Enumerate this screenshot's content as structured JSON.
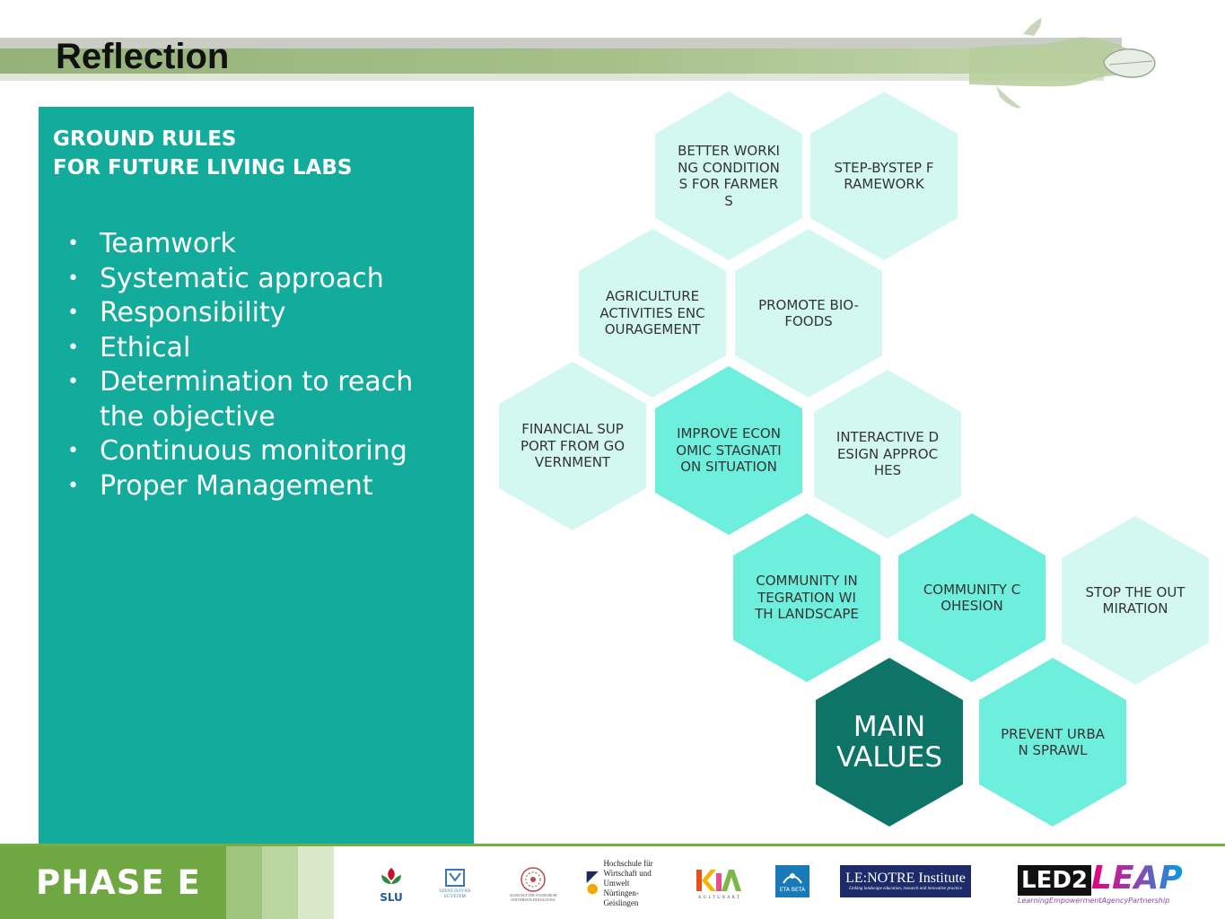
{
  "header": {
    "title": "Reflection"
  },
  "panel": {
    "heading_line1": "GROUND RULES",
    "heading_line2": "FOR FUTURE LIVING LABS",
    "bullet_symbol": "•",
    "rules": [
      "Teamwork",
      "Systematic approach",
      "Responsibility",
      "Ethical",
      "Determination to reach the objective",
      "Continuous monitoring",
      "Proper Management"
    ]
  },
  "hexagons": [
    {
      "label": "BETTER WORKING CONDITIONS FOR FARMERS",
      "color": "#d3f8f1"
    },
    {
      "label": "STEP-BYSTEP FRAMEWORK",
      "color": "#d3f8f1"
    },
    {
      "label": "AGRICULTURE ACTIVITIES ENCOURAGEMENT",
      "color": "#d3f8f1"
    },
    {
      "label": "PROMOTE BIO-FOODS",
      "color": "#d3f8f1"
    },
    {
      "label": "FINANCIAL SUPPORT FROM GOVERNMENT",
      "color": "#d3f8f1"
    },
    {
      "label": "IMPROVE ECONOMIC STAGNATION SITUATION",
      "color": "#6eeedc"
    },
    {
      "label": "INTERACTIVE DESIGN APPROCHES",
      "color": "#d3f8f1"
    },
    {
      "label": "COMMUNITY INTEGRATION WITH LANDSCAPE",
      "color": "#6eeedc"
    },
    {
      "label": "COMMUNITY COHESION",
      "color": "#6eeedc"
    },
    {
      "label": "STOP THE OUTMIRATION",
      "color": "#d3f8f1"
    },
    {
      "label": "MAIN VALUES",
      "color": "#0d7467"
    },
    {
      "label": "PREVENT URBAN SPRAWL",
      "color": "#6eeedc"
    }
  ],
  "footer": {
    "phase_label": "PHASE  E",
    "logos": {
      "slu": "SLU",
      "szie": "SZENT ISTVÁN EGYETEM",
      "collegium": "AUSSI BUTTER STUDIORUM UNIVERSITA DI BOLOGNA",
      "hfwu_line1": "Hochschule für",
      "hfwu_line2": "Wirtschaft und Umwelt",
      "hfwu_line3": "Nürtingen-Geislingen",
      "kultur": "KULTURART",
      "eta": "ETA BETA",
      "lenotre_title": "LE:NOTRE Institute",
      "lenotre_sub": "Linking landscape education, research and innovative practice",
      "led2_a": "LED2",
      "led2_b": "LEAP",
      "led2_sub": "LearningEmpowermentAgencyPartnership"
    }
  }
}
